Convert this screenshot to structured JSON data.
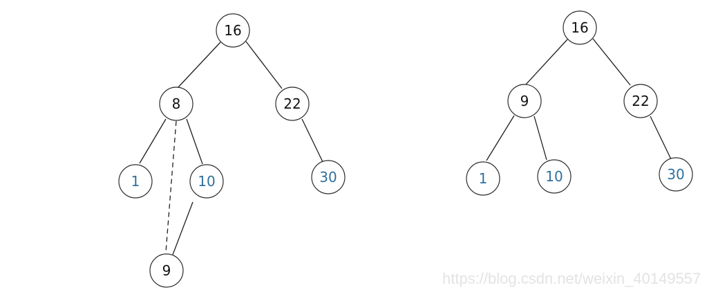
{
  "left_tree": {
    "nodes": {
      "n16": {
        "label": "16",
        "color": "#111111"
      },
      "n8": {
        "label": "8",
        "color": "#111111"
      },
      "n22": {
        "label": "22",
        "color": "#111111"
      },
      "n1": {
        "label": "1",
        "color": "#2f6f9e"
      },
      "n10": {
        "label": "10",
        "color": "#2f6f9e"
      },
      "n30": {
        "label": "30",
        "color": "#2f6f9e"
      },
      "n9": {
        "label": "9",
        "color": "#111111"
      }
    }
  },
  "right_tree": {
    "nodes": {
      "n16": {
        "label": "16",
        "color": "#111111"
      },
      "n9": {
        "label": "9",
        "color": "#111111"
      },
      "n22": {
        "label": "22",
        "color": "#111111"
      },
      "n1": {
        "label": "1",
        "color": "#2f6f9e"
      },
      "n10": {
        "label": "10",
        "color": "#2f6f9e"
      },
      "n30": {
        "label": "30",
        "color": "#2f6f9e"
      }
    }
  },
  "watermark": "https://blog.csdn.net/weixin_40149557"
}
